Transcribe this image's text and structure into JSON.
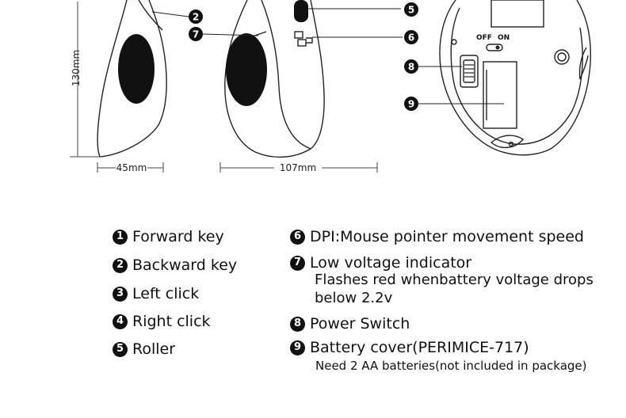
{
  "dimensions": {
    "height": "130mm",
    "side_width": "45mm",
    "front_width": "107mm"
  },
  "switch": {
    "off_label": "OFF",
    "on_label": "ON"
  },
  "callouts": {
    "c2": "2",
    "c5": "5",
    "c6": "6",
    "c7": "7",
    "c8": "8",
    "c9": "9"
  },
  "legend": {
    "items": [
      {
        "num": "1",
        "label": "Forward key"
      },
      {
        "num": "2",
        "label": "Backward key"
      },
      {
        "num": "3",
        "label": "Left click"
      },
      {
        "num": "4",
        "label": "Right click"
      },
      {
        "num": "5",
        "label": "Roller"
      },
      {
        "num": "6",
        "label": "DPI:Mouse pointer movement speed"
      },
      {
        "num": "7",
        "label": "Low voltage indicator"
      },
      {
        "num": "8",
        "label": "Power Switch"
      },
      {
        "num": "9",
        "label": "Battery cover(PERIMICE-717)"
      }
    ],
    "item7_detail_line1": "Flashes red whenbattery voltage drops",
    "item7_detail_line2": "below 2.2v",
    "item9_note": "Need 2 AA batteries(not included in package)"
  }
}
